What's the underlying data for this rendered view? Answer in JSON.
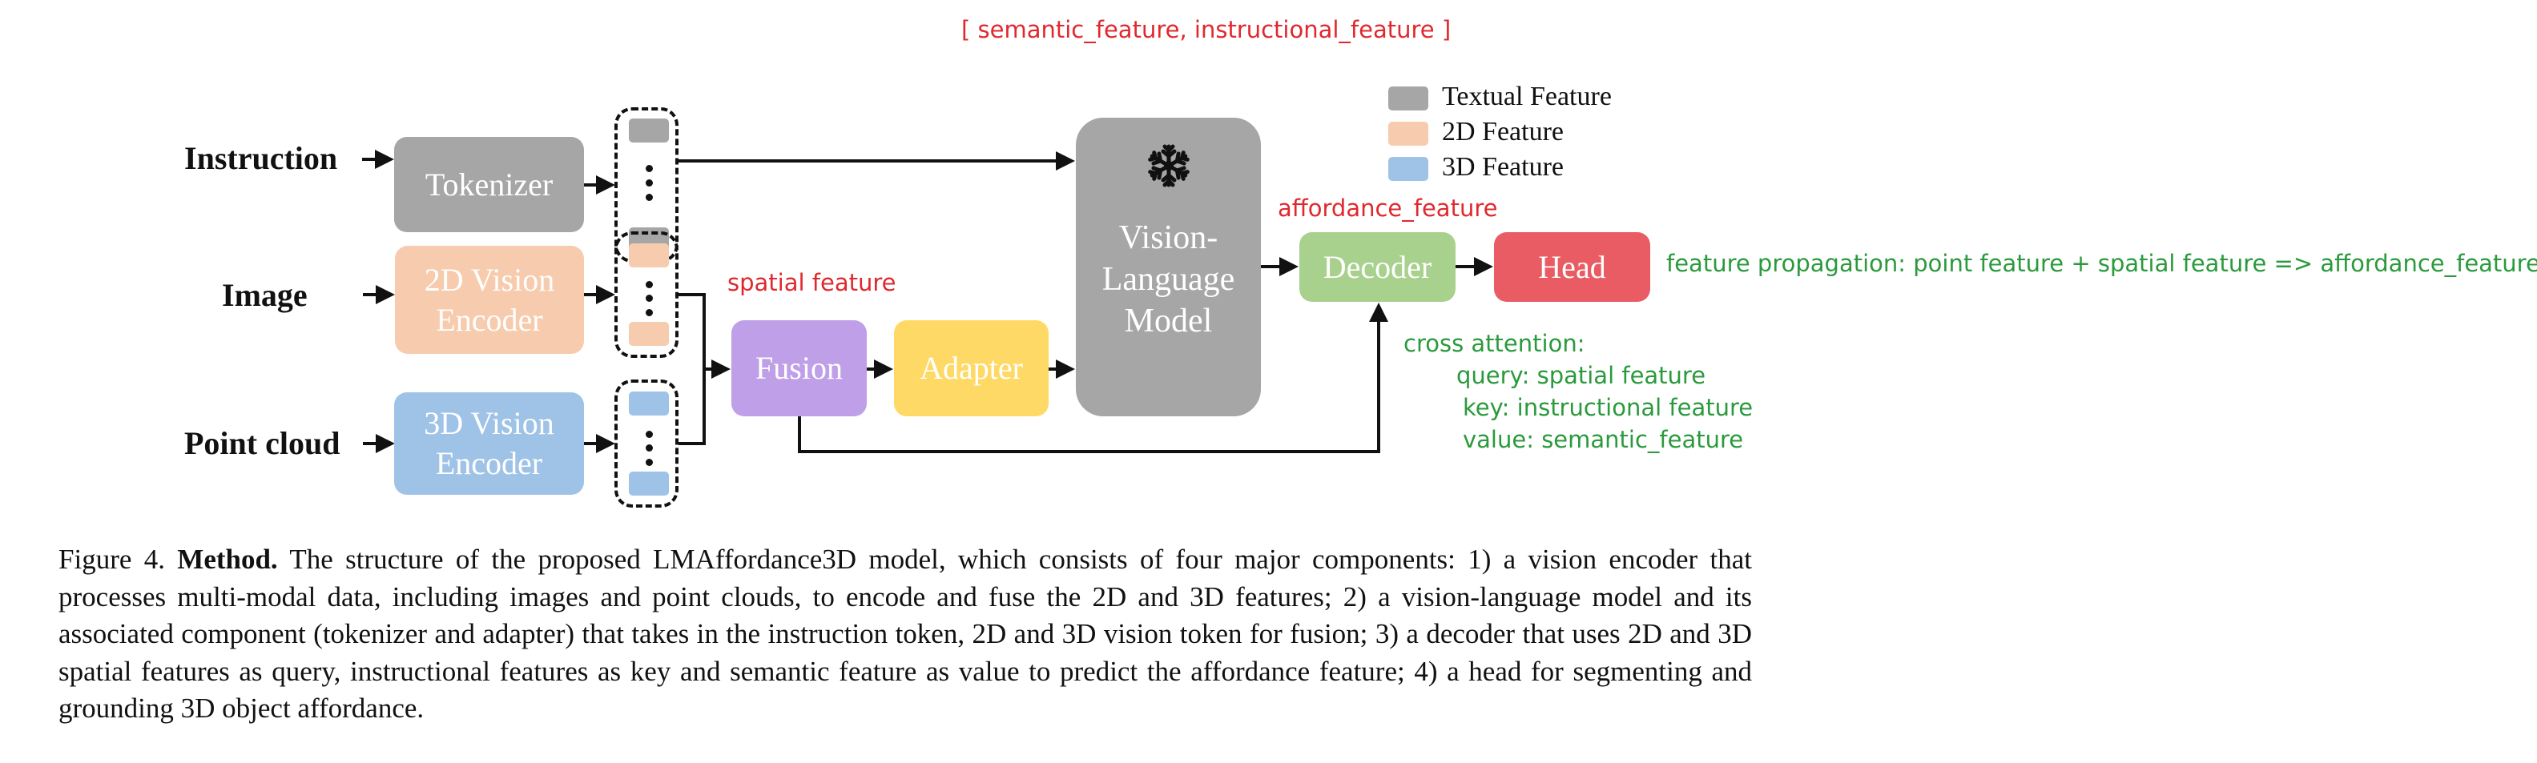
{
  "top_annotation": "[ semantic_feature, instructional_feature ]",
  "inputs": {
    "instruction": "Instruction",
    "image": "Image",
    "point_cloud": "Point cloud"
  },
  "blocks": {
    "tokenizer": "Tokenizer",
    "encoder_2d_line1": "2D Vision",
    "encoder_2d_line2": "Encoder",
    "encoder_3d_line1": "3D Vision",
    "encoder_3d_line2": "Encoder",
    "fusion": "Fusion",
    "adapter": "Adapter",
    "vlm_line1": "Vision-",
    "vlm_line2": "Language",
    "vlm_line3": "Model",
    "vlm_icon": "snowflake-icon (frozen)",
    "decoder": "Decoder",
    "head": "Head"
  },
  "legend": [
    {
      "label": "Textual Feature",
      "color": "#a6a6a6"
    },
    {
      "label": "2D Feature",
      "color": "#f7cbad"
    },
    {
      "label": "3D Feature",
      "color": "#9fc3e6"
    }
  ],
  "colors": {
    "tokenizer": "#a6a6a6",
    "encoder_2d": "#f7cbad",
    "encoder_3d": "#9fc3e6",
    "fusion": "#bfa0e8",
    "adapter": "#ffd966",
    "vlm": "#a6a6a6",
    "decoder": "#a9d18e",
    "head": "#e95c63",
    "annotation_red": "#e0282e",
    "annotation_green": "#2a9a3c"
  },
  "annotations": {
    "spatial_feature": "spatial feature",
    "affordance_feature": "affordance_feature",
    "feature_propagation": "feature propagation:  point feature + spatial feature => affordance_feature",
    "cross_attention_title": "cross attention:",
    "cross_attention_query": "query: spatial feature",
    "cross_attention_key": "key:  instructional feature",
    "cross_attention_value": "value: semantic_feature"
  },
  "caption": {
    "prefix": "Figure 4. ",
    "bold": "Method.",
    "text": " The structure of the proposed LMAffordance3D model, which consists of four major components: 1) a vision encoder that processes multi-modal data, including images and point clouds, to encode and fuse the 2D and 3D features; 2) a vision-language model and its associated component (tokenizer and adapter) that takes in the instruction token, 2D and 3D vision token for fusion; 3) a decoder that uses 2D and 3D spatial features as query, instructional features as key and semantic feature as value to predict the affordance feature; 4) a head for segmenting and grounding 3D object affordance."
  }
}
